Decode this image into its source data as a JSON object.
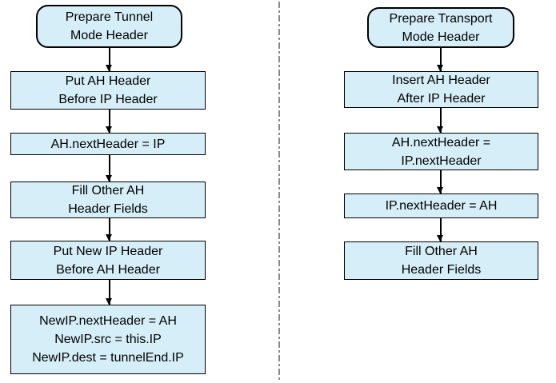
{
  "diagram": {
    "colors": {
      "node_fill": "#d6eef8",
      "node_border": "#000000",
      "text": "#000000",
      "divider": "#8a8a8a",
      "background": "#ffffff"
    },
    "left_flow": {
      "name": "tunnel-mode",
      "nodes": [
        {
          "type": "terminator",
          "label": "Prepare Tunnel\nMode Header"
        },
        {
          "type": "process",
          "label": "Put AH Header\nBefore IP Header"
        },
        {
          "type": "process",
          "label": "AH.nextHeader = IP"
        },
        {
          "type": "process",
          "label": "Fill Other AH\nHeader Fields"
        },
        {
          "type": "process",
          "label": "Put New IP Header\nBefore AH Header"
        },
        {
          "type": "process",
          "label": "NewIP.nextHeader = AH\nNewIP.src = this.IP\nNewIP.dest = tunnelEnd.IP"
        }
      ]
    },
    "right_flow": {
      "name": "transport-mode",
      "nodes": [
        {
          "type": "terminator",
          "label": "Prepare Transport\nMode Header"
        },
        {
          "type": "process",
          "label": "Insert AH Header\nAfter IP Header"
        },
        {
          "type": "process",
          "label": "AH.nextHeader =\nIP.nextHeader"
        },
        {
          "type": "process",
          "label": "IP.nextHeader = AH"
        },
        {
          "type": "process",
          "label": "Fill Other AH\nHeader Fields"
        }
      ]
    }
  }
}
